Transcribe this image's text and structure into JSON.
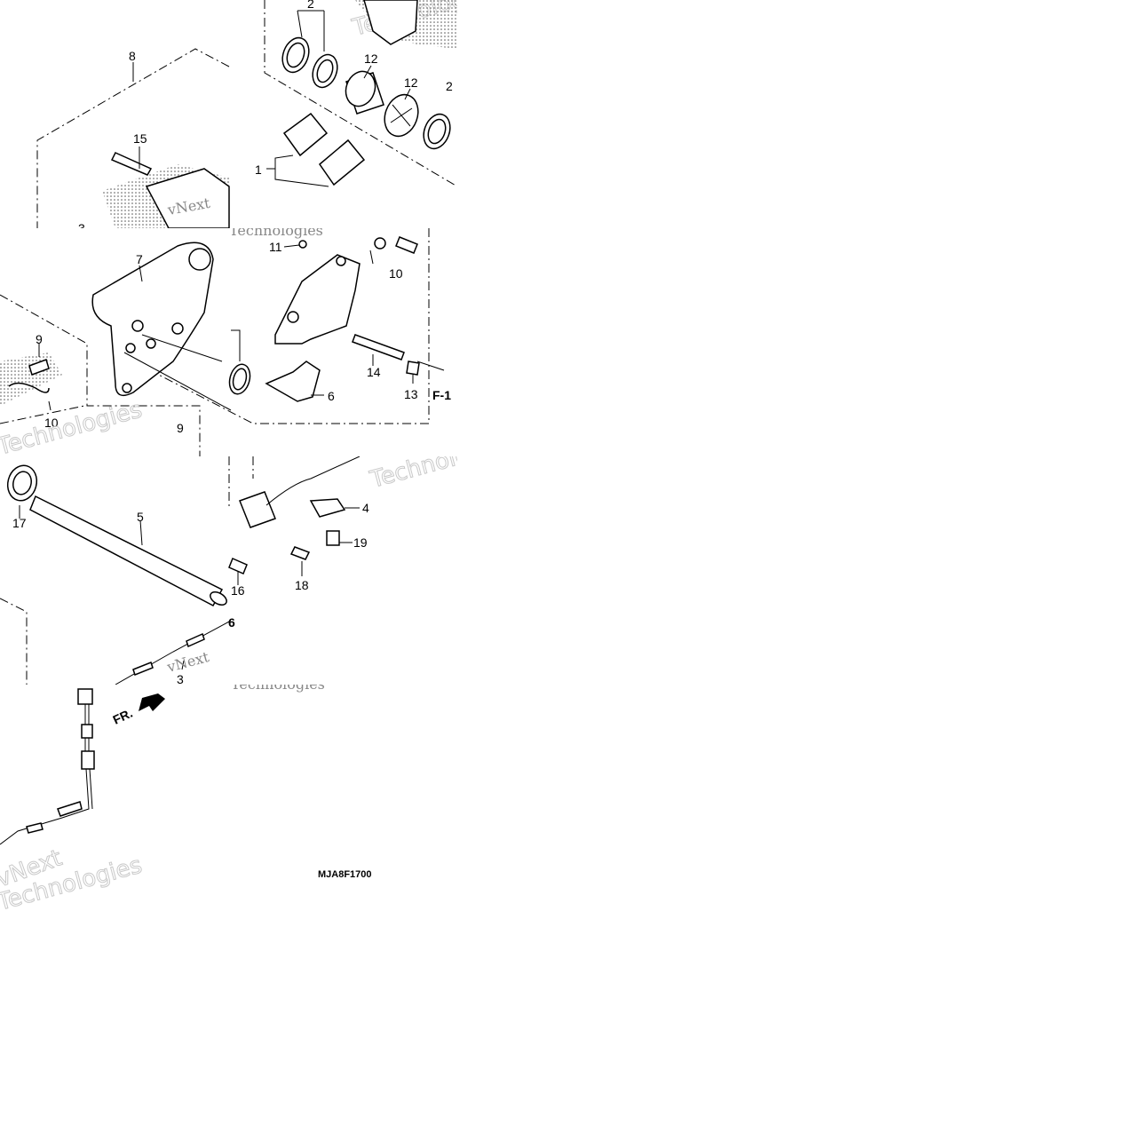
{
  "diagram": {
    "code": "MJA8F1700",
    "front_marker": "FR.",
    "reference": "F-1",
    "watermark": {
      "brand": "vNext",
      "word": "Technologies"
    },
    "callouts": {
      "c1": "1",
      "c2a": "2",
      "c2b": "2",
      "c3a": "3",
      "c3b": "3",
      "c4": "4",
      "c5": "5",
      "c6a": "6",
      "c6b": "6",
      "c7": "7",
      "c8": "8",
      "c9a": "9",
      "c9b": "9",
      "c10a": "10",
      "c10b": "10",
      "c11": "11",
      "c12a": "12",
      "c12b": "12",
      "c13": "13",
      "c14": "14",
      "c15": "15",
      "c16": "16",
      "c17": "17",
      "c18": "18",
      "c19": "19"
    }
  },
  "colors": {
    "ink": "#000000",
    "background": "#ffffff",
    "watermark": "#c9c9c9"
  }
}
